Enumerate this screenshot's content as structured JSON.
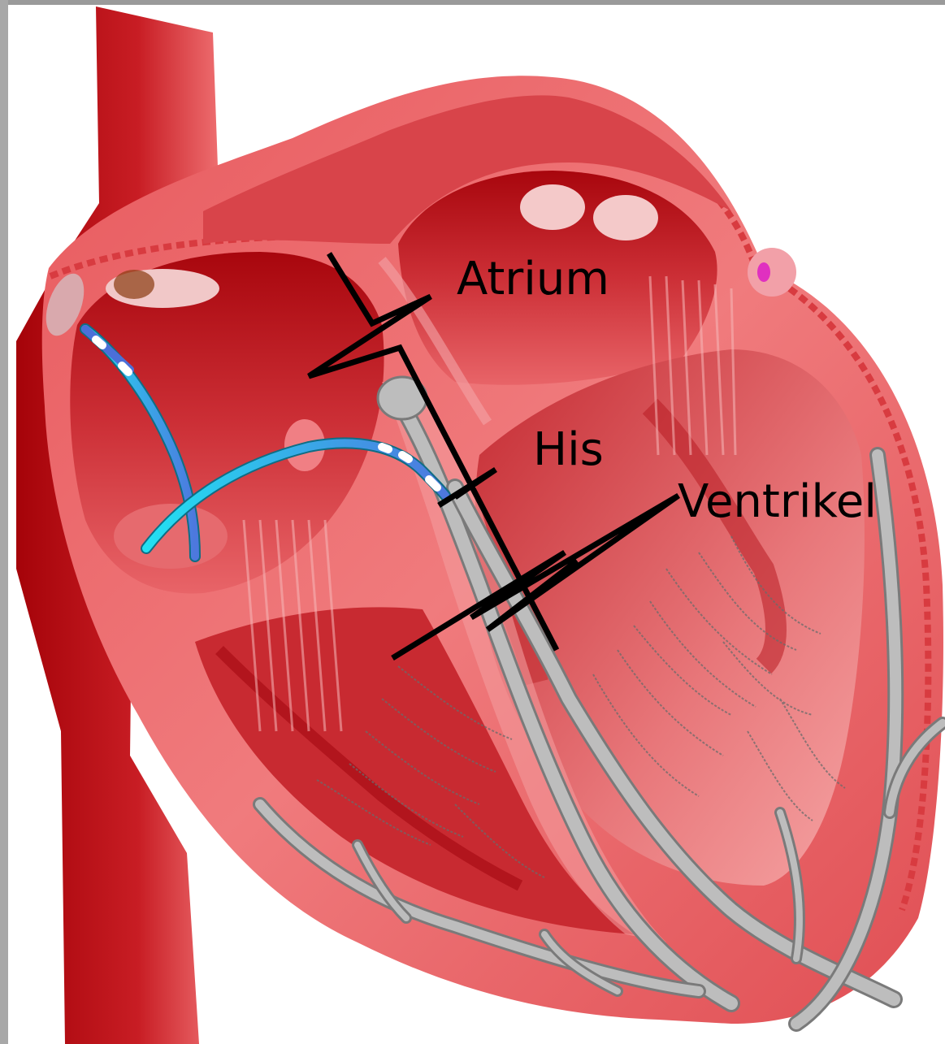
{
  "diagram": {
    "labels": {
      "atrium": "Atrium",
      "his": "His",
      "ventrikel": "Ventrikel"
    }
  },
  "colors": {
    "background": "#9a9a9a",
    "paper": "#ffffff",
    "myocardium": "#e0595c",
    "myocardium_light": "#f2898a",
    "dark_red": "#a0060a",
    "chamber": "#c8272e",
    "conduction_gray": "#bdbdbd",
    "lead_cyan": "#22d8f0",
    "lead_blue": "#4b6fd8",
    "marker_lines": "#000000"
  }
}
